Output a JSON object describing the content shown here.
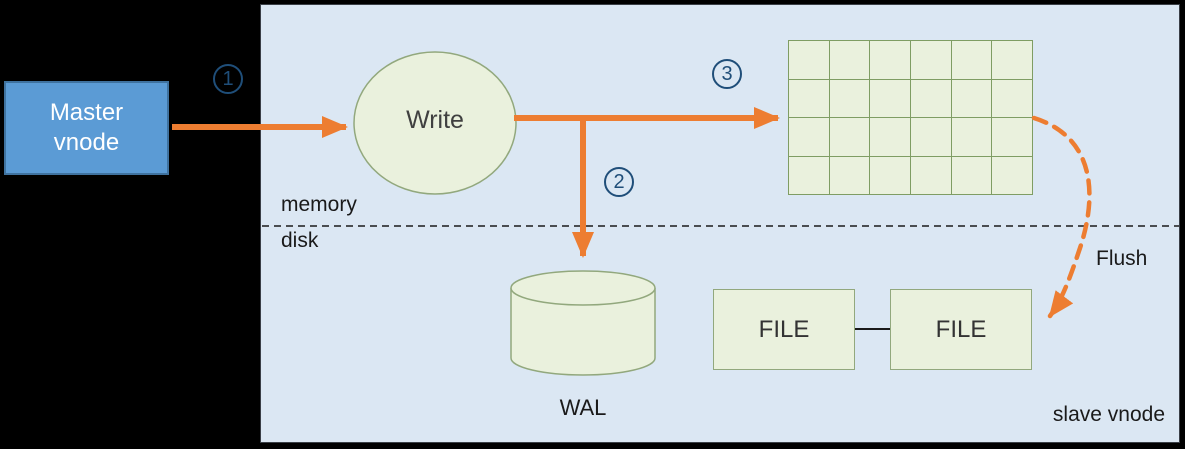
{
  "nodes": {
    "master_vnode": "Master vnode",
    "write": "Write",
    "wal": "WAL",
    "file_left": "FILE",
    "file_right": "FILE"
  },
  "labels": {
    "memory": "memory",
    "disk": "disk",
    "flush": "Flush",
    "slave_vnode": "slave vnode"
  },
  "steps": {
    "one": "1",
    "two": "2",
    "three": "3"
  },
  "grid": {
    "rows": 4,
    "cols": 6
  },
  "colors": {
    "panel_bg": "#dbe7f3",
    "master_fill": "#5b9bd5",
    "master_border": "#3f729f",
    "shape_fill": "#eaf1dd",
    "shape_border": "#92a87d",
    "grid_line": "#7f9d63",
    "arrow": "#ed7d31",
    "step_color": "#1f4e79",
    "text_color": "#1a1a1a"
  }
}
